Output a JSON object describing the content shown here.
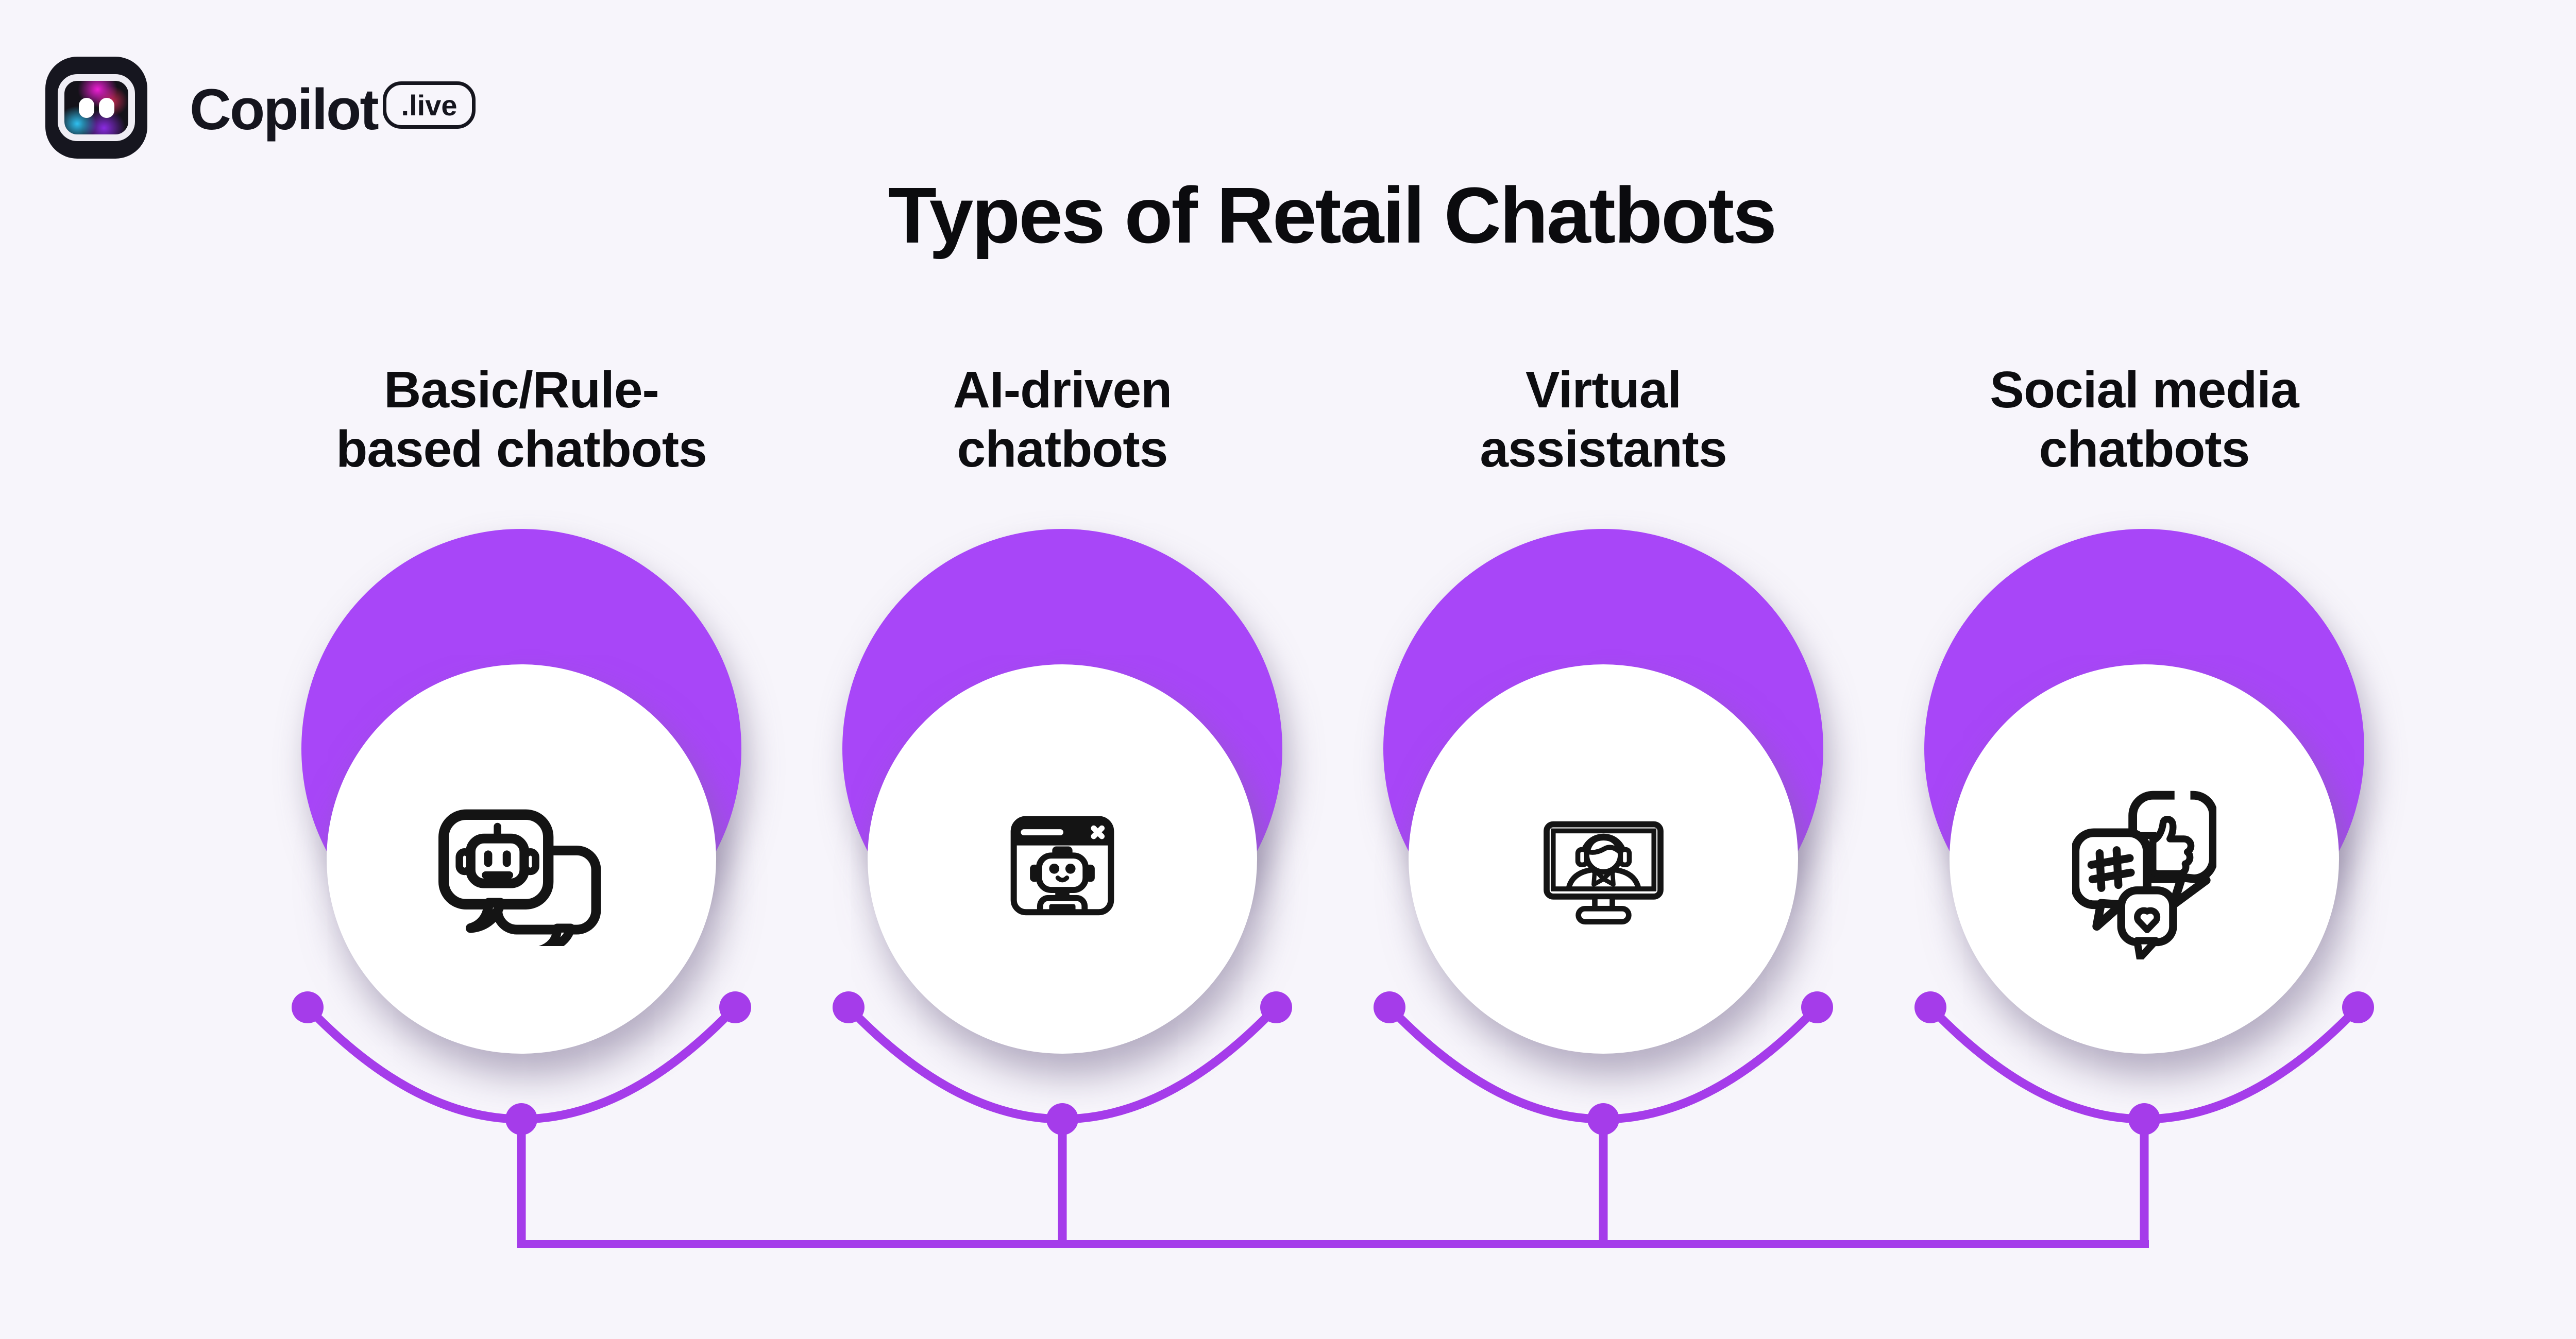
{
  "colors": {
    "background": "#F7F5FB",
    "accent_purple": "#A846F8",
    "connector_purple": "#A53CEA",
    "ink": "#141414",
    "logo_dark": "#16161F"
  },
  "brand": {
    "name": "Copilot",
    "badge": ".live"
  },
  "title": "Types of Retail Chatbots",
  "modules": [
    {
      "heading_line1": "Basic/Rule-",
      "heading_line2": "based chatbots",
      "icon": "robot-chat-bubbles-icon"
    },
    {
      "heading_line1": "AI-driven",
      "heading_line2": "chatbots",
      "icon": "browser-robot-icon"
    },
    {
      "heading_line1": "Virtual",
      "heading_line2": "assistants",
      "icon": "monitor-support-agent-icon"
    },
    {
      "heading_line1": "Social media",
      "heading_line2": "chatbots",
      "icon": "social-media-bubbles-icon"
    }
  ]
}
